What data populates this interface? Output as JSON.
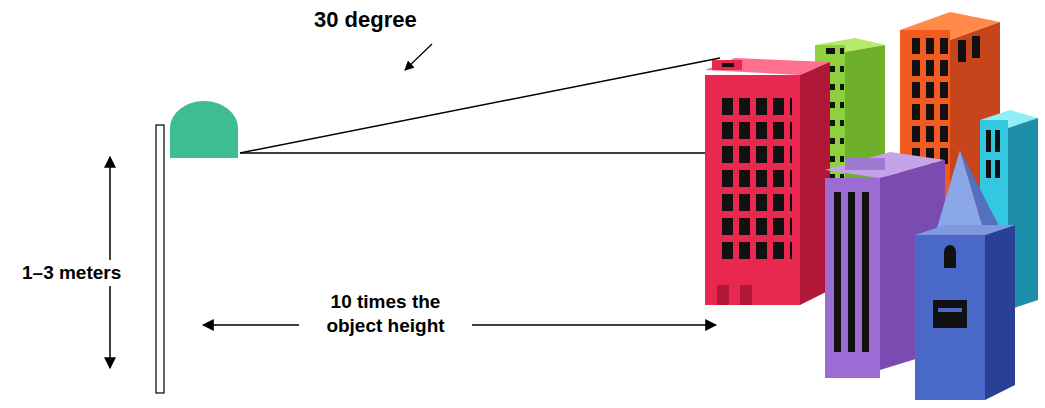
{
  "diagram": {
    "labels": [
      "30 degree",
      "1–3 meters",
      "10 times the object height"
    ]
  }
}
